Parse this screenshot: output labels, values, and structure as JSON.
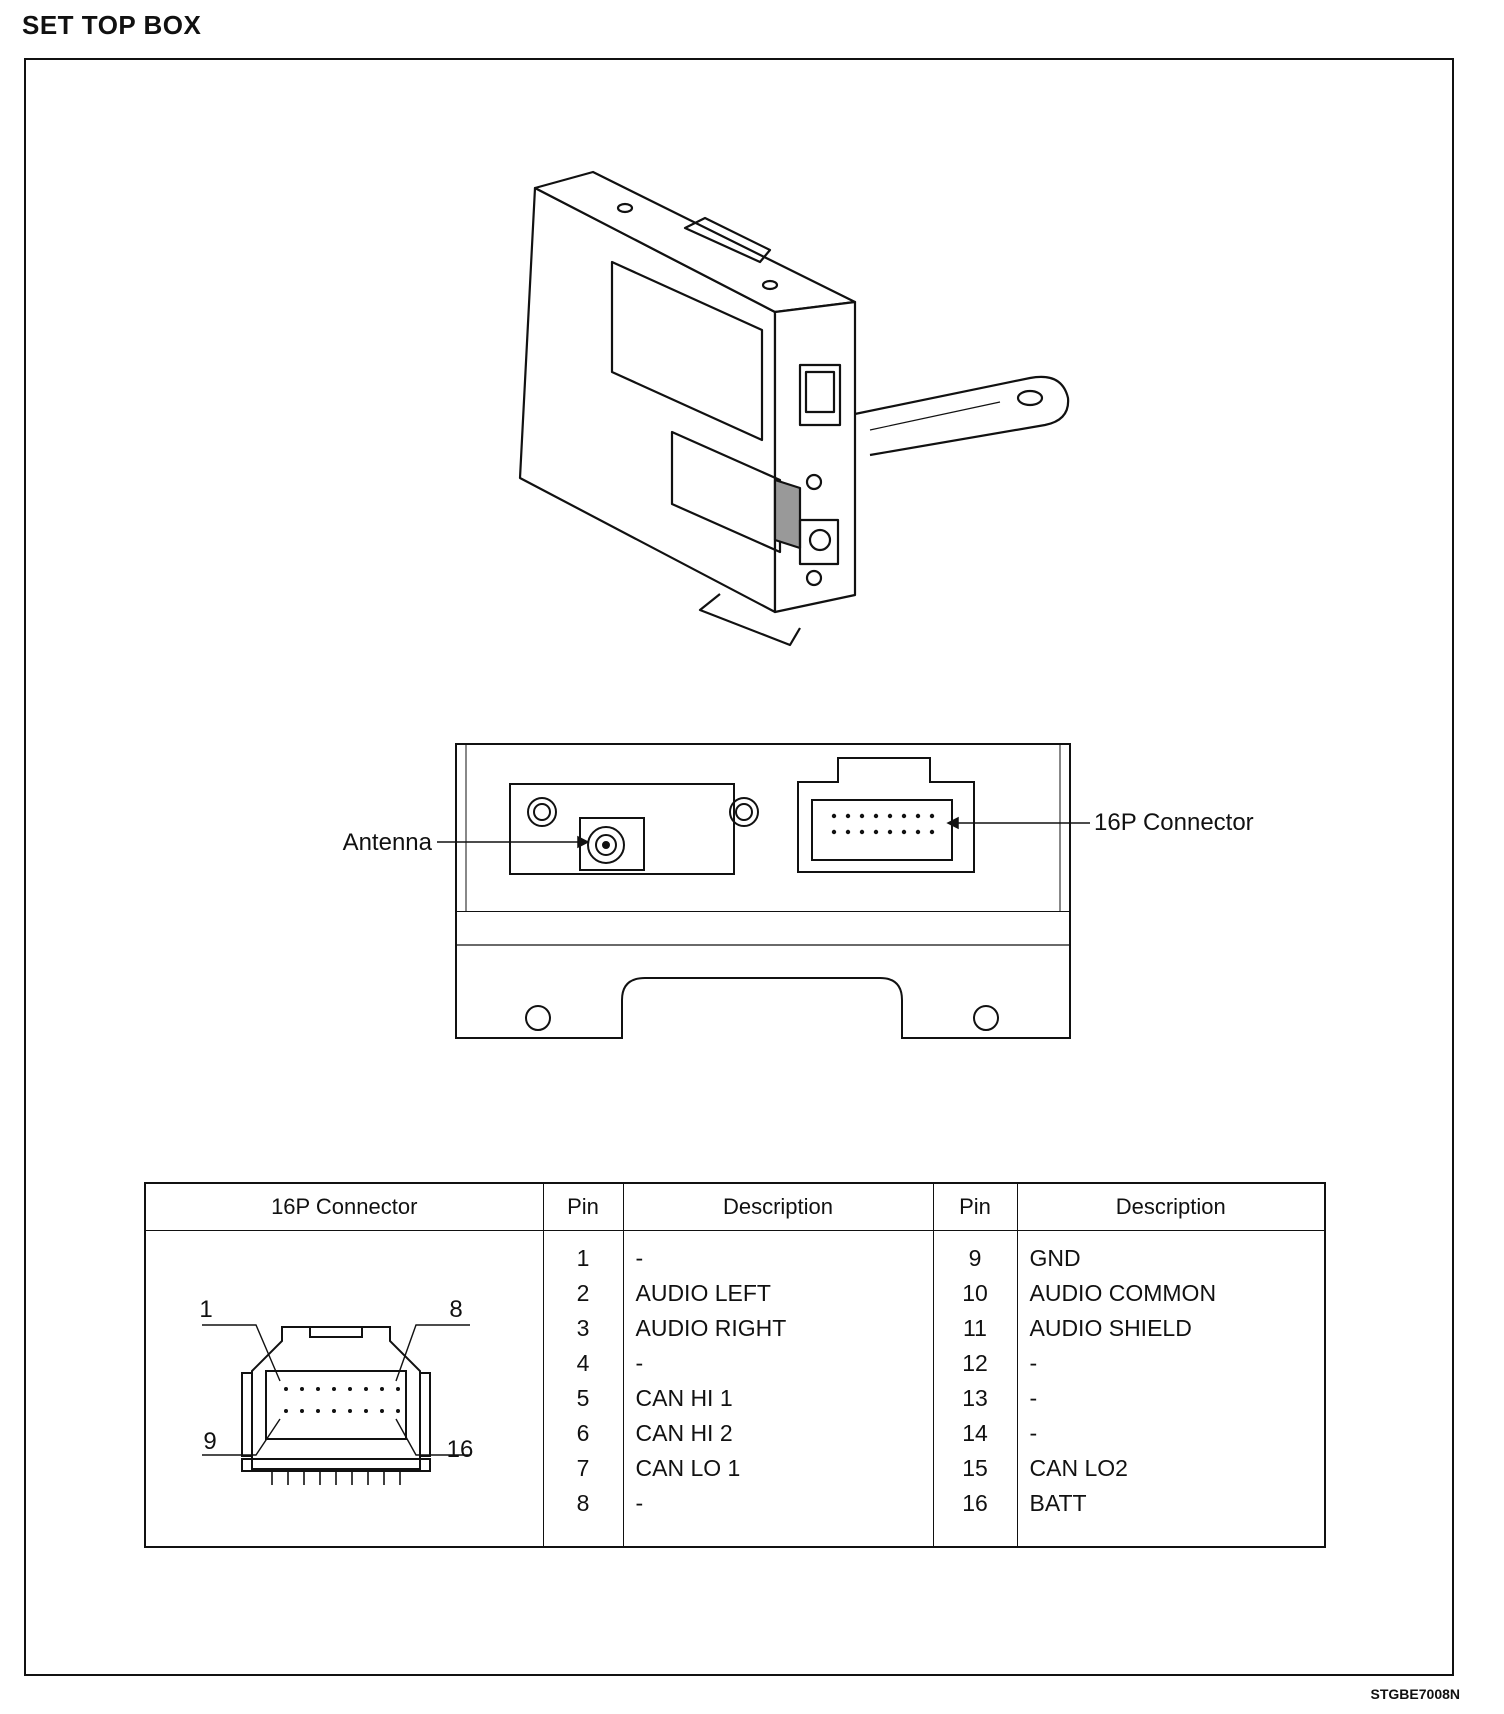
{
  "title": "SET TOP BOX",
  "drawing_code": "STGBE7008N",
  "front_view_labels": {
    "antenna": "Antenna",
    "connector": "16P Connector"
  },
  "table": {
    "headers": [
      "16P Connector",
      "Pin",
      "Description",
      "Pin",
      "Description"
    ],
    "connector_pin_labels": {
      "top_left": "1",
      "top_right": "8",
      "bottom_left": "9",
      "bottom_right": "16"
    },
    "left_pins": [
      {
        "pin": "1",
        "desc": "-"
      },
      {
        "pin": "2",
        "desc": "AUDIO LEFT"
      },
      {
        "pin": "3",
        "desc": "AUDIO RIGHT"
      },
      {
        "pin": "4",
        "desc": "-"
      },
      {
        "pin": "5",
        "desc": "CAN HI 1"
      },
      {
        "pin": "6",
        "desc": "CAN HI 2"
      },
      {
        "pin": "7",
        "desc": "CAN LO 1"
      },
      {
        "pin": "8",
        "desc": "-"
      }
    ],
    "right_pins": [
      {
        "pin": "9",
        "desc": "GND"
      },
      {
        "pin": "10",
        "desc": "AUDIO COMMON"
      },
      {
        "pin": "11",
        "desc": "AUDIO SHIELD"
      },
      {
        "pin": "12",
        "desc": "-"
      },
      {
        "pin": "13",
        "desc": "-"
      },
      {
        "pin": "14",
        "desc": "-"
      },
      {
        "pin": "15",
        "desc": "CAN LO2"
      },
      {
        "pin": "16",
        "desc": "BATT"
      }
    ]
  }
}
